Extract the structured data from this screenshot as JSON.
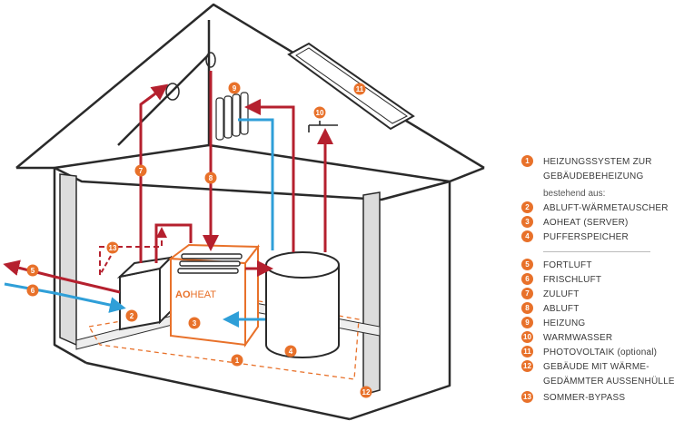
{
  "scene": {
    "colors": {
      "outline": "#2a2a2a",
      "red": "#b5202e",
      "blue": "#2f9fd8",
      "orange": "#e8712a",
      "wall_gray": "#9a9a9a"
    },
    "markers": [
      "1",
      "2",
      "3",
      "4",
      "5",
      "6",
      "7",
      "8",
      "9",
      "10",
      "11",
      "12",
      "13"
    ],
    "device_brand": {
      "prefix": "AO",
      "suffix": "HEAT"
    }
  },
  "legend": {
    "items": [
      {
        "num": "1",
        "lines": [
          "HEIZUNGSSYSTEM ZUR",
          "GEBÄUDEBEHEIZUNG"
        ]
      },
      {
        "sub": "bestehend aus:"
      },
      {
        "num": "2",
        "lines": [
          "ABLUFT-WÄRMETAUSCHER"
        ]
      },
      {
        "num": "3",
        "lines": [
          "AOHEAT (SERVER)"
        ]
      },
      {
        "num": "4",
        "lines": [
          "PUFFERSPEICHER"
        ]
      },
      {
        "num": "5",
        "lines": [
          "FORTLUFT"
        ]
      },
      {
        "num": "6",
        "lines": [
          "FRISCHLUFT"
        ]
      },
      {
        "num": "7",
        "lines": [
          "ZULUFT"
        ]
      },
      {
        "num": "8",
        "lines": [
          "ABLUFT"
        ]
      },
      {
        "num": "9",
        "lines": [
          "HEIZUNG"
        ]
      },
      {
        "num": "10",
        "lines": [
          "WARMWASSER"
        ]
      },
      {
        "num": "11",
        "lines": [
          "PHOTOVOLTAIK (optional)"
        ]
      },
      {
        "num": "12",
        "lines": [
          "GEBÄUDE MIT WÄRME-",
          "GEDÄMMTER AUSSENHÜLLE"
        ]
      },
      {
        "num": "13",
        "lines": [
          "SOMMER-BYPASS"
        ]
      }
    ]
  }
}
